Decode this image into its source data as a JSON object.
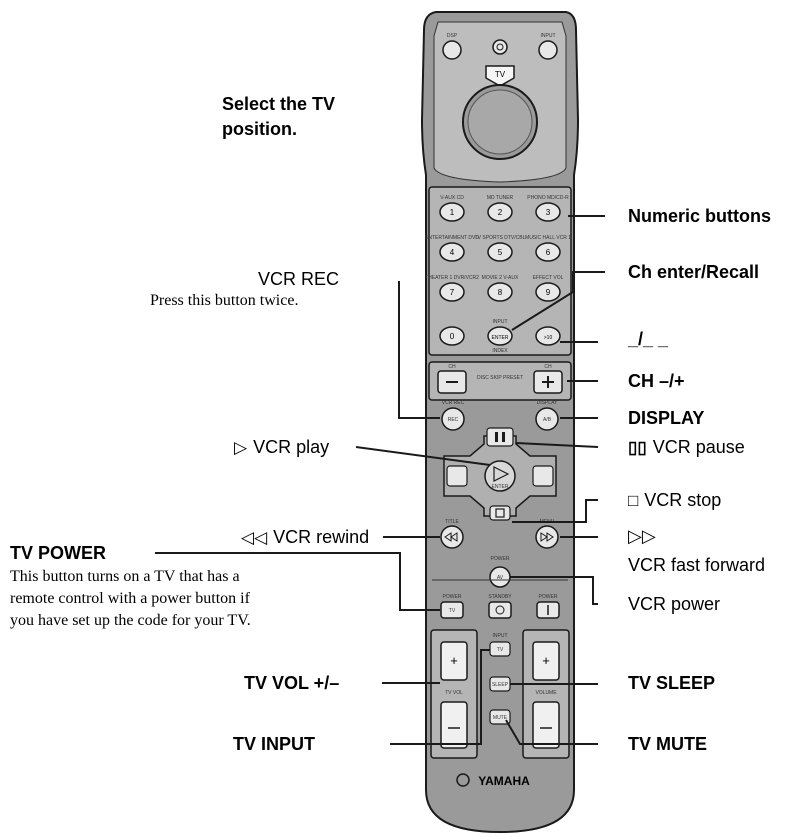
{
  "instruction": {
    "line1": "Select the TV",
    "line2": "position."
  },
  "labels": {
    "numeric_buttons": "Numeric buttons",
    "ch_enter_recall": "Ch enter/Recall",
    "digit_mode": "_/_ _",
    "ch_minus_plus": "CH –/+",
    "display": "DISPLAY",
    "vcr_rec": "VCR REC",
    "vcr_rec_note": "Press this button twice.",
    "vcr_play": "VCR play",
    "vcr_pause": "VCR pause",
    "vcr_stop": "VCR stop",
    "vcr_rewind": "VCR rewind",
    "vcr_fast_forward": "VCR fast forward",
    "vcr_power": "VCR power",
    "tv_power": "TV POWER",
    "tv_power_note_1": "This button turns on a TV that has a",
    "tv_power_note_2": "remote control with a power button if",
    "tv_power_note_3": "you have set up the code for your TV.",
    "tv_vol": "TV VOL +/–",
    "tv_sleep": "TV SLEEP",
    "tv_input": "TV INPUT",
    "tv_mute": "TV MUTE"
  },
  "remote": {
    "top_left_button": "DSP",
    "top_right_button": "INPUT",
    "mode_button": "TV",
    "numeric_keys": [
      "1",
      "2",
      "3",
      "4",
      "5",
      "6",
      "7",
      "8",
      "9",
      "0",
      "ENTER",
      ">10"
    ],
    "numeric_captions": [
      "V-AUX CD",
      "MD TUNER",
      "PHONO MD/CD-R",
      "ENTERTAINMENT DVD",
      "TV SPORTS DTV/CBL",
      "MUSIC HALL VCR 1",
      "THEATER 1 DVR/VCR2",
      "MOVIE 2 V-AUX",
      "EFFECT VOL",
      "",
      "INPUT",
      ""
    ],
    "enter_caption": "INDEX",
    "ch_label": "CH",
    "disc_skip_label": "DISC SKIP PRESET",
    "vcr_rec_button": "REC",
    "vcr_rec_caption": "VCR REC",
    "ab_button": "A/B",
    "display_caption": "DISPLAY",
    "enter_pad_label": "ENTER",
    "rewind_caption": "TITLE",
    "ff_caption": "MENU",
    "power_caption": "POWER",
    "av_button": "AV",
    "tv_power_caption": "POWER",
    "standby_caption": "STANDBY",
    "power2_caption": "POWER",
    "tv_vol_caption": "TV VOL",
    "input_caption": "INPUT",
    "volume_caption": "VOLUME",
    "sleep_button": "SLEEP",
    "mute_button": "MUTE",
    "tv_button": "TV",
    "brand": "YAMAHA"
  },
  "icons": {
    "play": "play-triangle-icon",
    "pause": "pause-bars-icon",
    "stop": "stop-square-icon",
    "rewind": "rewind-icon",
    "fast_forward": "fast-forward-icon",
    "brand_logo": "yamaha-tuning-fork-logo"
  },
  "colors": {
    "remote_body": "#9a9a9a",
    "remote_inner": "#bdbdbd",
    "button_face": "#e8e8e8",
    "outline": "#1a1a1a",
    "text": "#000000"
  }
}
